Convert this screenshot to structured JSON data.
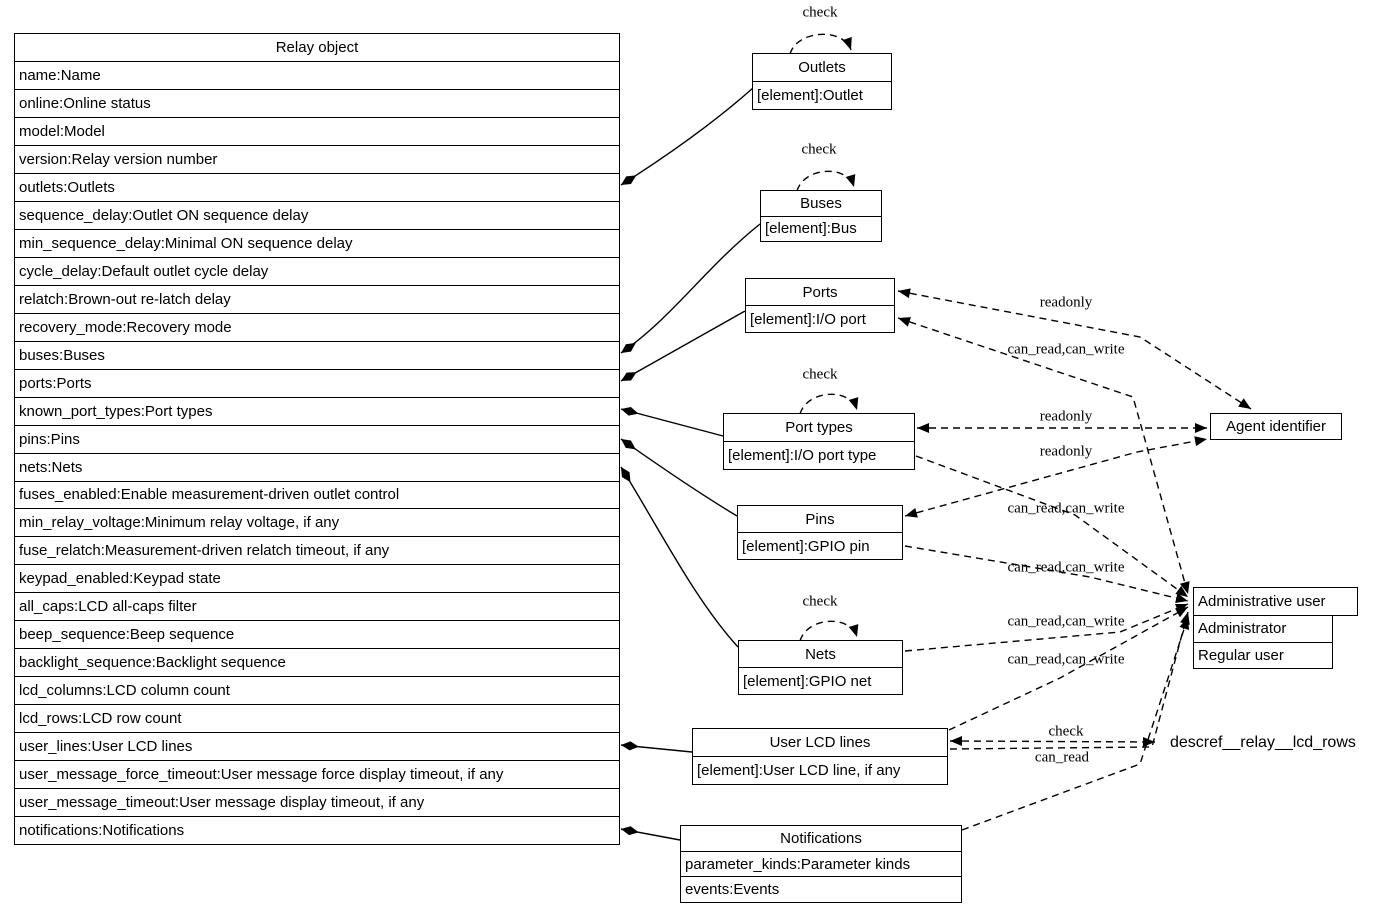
{
  "relay": {
    "title": "Relay object",
    "rows": [
      "name:Name",
      "online:Online status",
      "model:Model",
      "version:Relay version number",
      "outlets:Outlets",
      "sequence_delay:Outlet ON sequence delay",
      "min_sequence_delay:Minimal ON sequence delay",
      "cycle_delay:Default outlet cycle delay",
      "relatch:Brown-out re-latch delay",
      "recovery_mode:Recovery mode",
      "buses:Buses",
      "ports:Ports",
      "known_port_types:Port types",
      "pins:Pins",
      "nets:Nets",
      "fuses_enabled:Enable measurement-driven outlet control",
      "min_relay_voltage:Minimum relay voltage, if any",
      "fuse_relatch:Measurement-driven relatch timeout, if any",
      "keypad_enabled:Keypad state",
      "all_caps:LCD all-caps filter",
      "beep_sequence:Beep sequence",
      "backlight_sequence:Backlight sequence",
      "lcd_columns:LCD column count",
      "lcd_rows:LCD row count",
      "user_lines:User LCD lines",
      "user_message_force_timeout:User message force display timeout, if any",
      "user_message_timeout:User message display timeout, if any",
      "notifications:Notifications"
    ]
  },
  "collections": {
    "outlets": {
      "title": "Outlets",
      "rows": [
        "[element]:Outlet"
      ]
    },
    "buses": {
      "title": "Buses",
      "rows": [
        "[element]:Bus"
      ]
    },
    "ports": {
      "title": "Ports",
      "rows": [
        "[element]:I/O port"
      ]
    },
    "port_types": {
      "title": "Port types",
      "rows": [
        "[element]:I/O port type"
      ]
    },
    "pins": {
      "title": "Pins",
      "rows": [
        "[element]:GPIO pin"
      ]
    },
    "nets": {
      "title": "Nets",
      "rows": [
        "[element]:GPIO net"
      ]
    },
    "user_lcd_lines": {
      "title": "User LCD lines",
      "rows": [
        "[element]:User LCD line, if any"
      ]
    },
    "notifications": {
      "title": "Notifications",
      "rows": [
        "parameter_kinds:Parameter kinds",
        "events:Events"
      ]
    }
  },
  "actors": {
    "agent": {
      "title": "Agent identifier"
    },
    "admin": {
      "title": "Administrative user",
      "rows": [
        "Administrator",
        "Regular user"
      ]
    },
    "descref": {
      "label": "descref__relay__lcd_rows"
    }
  },
  "labels": {
    "check": "check",
    "readonly": "readonly",
    "can_read_can_write": "can_read,can_write",
    "can_read": "can_read"
  },
  "colors": {
    "line": "#000000",
    "background": "#ffffff"
  }
}
